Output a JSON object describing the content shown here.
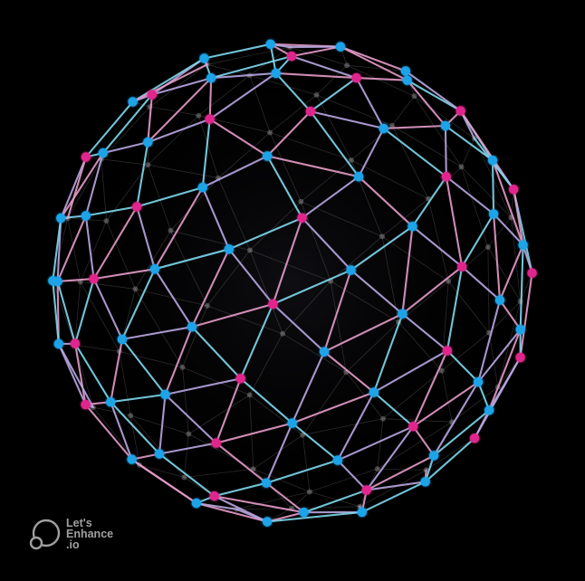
{
  "image": {
    "subject": "wireframe-sphere-network",
    "background_color": "#000000",
    "node_colors": [
      "#1aa3e8",
      "#e0258c"
    ],
    "edge_colors": [
      "#7fd9ee",
      "#e59bc8",
      "#b9a7e2"
    ]
  },
  "watermark": {
    "line1": "Let's",
    "line2": "Enhance",
    "line3": ".io",
    "logo_icon": "lets-enhance-logo-icon"
  }
}
